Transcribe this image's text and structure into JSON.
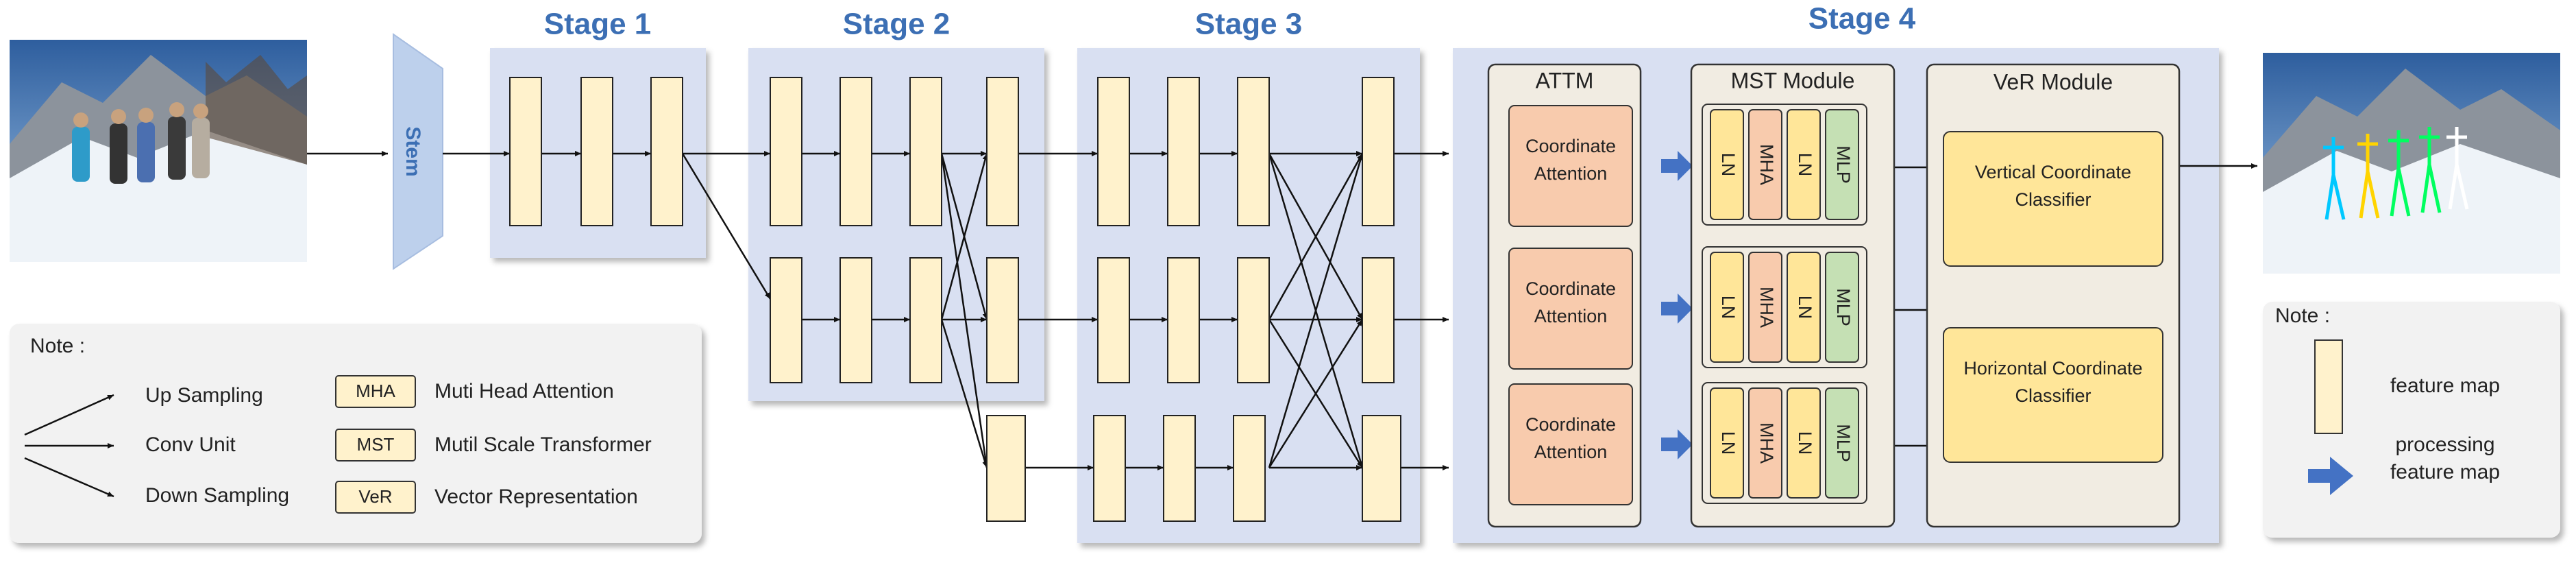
{
  "stem_label": "Stem",
  "stages": [
    "Stage 1",
    "Stage 2",
    "Stage 3",
    "Stage 4"
  ],
  "attm": {
    "title": "ATTM",
    "block_label": "Coordinate\nAttention"
  },
  "mst": {
    "title": "MST Module",
    "cells": [
      "LN",
      "MHA",
      "LN",
      "MLP"
    ]
  },
  "ver": {
    "title": "VeR Module",
    "vertical": "Vertical Coordinate\nClassifier",
    "horizontal": "Horizontal Coordinate\nClassifier"
  },
  "note_left": {
    "title": "Note :",
    "arrows": [
      "Up Sampling",
      "Conv Unit",
      "Down Sampling"
    ],
    "abbrs": [
      {
        "abbr": "MHA",
        "desc": "Muti Head Attention"
      },
      {
        "abbr": "MST",
        "desc": "Mutil Scale Transformer"
      },
      {
        "abbr": "VeR",
        "desc": "Vector  Representation"
      }
    ]
  },
  "note_right": {
    "title": "Note :",
    "feature_map": "feature map",
    "processing": "processing\nfeature map"
  },
  "colors": {
    "stage_bg": "#D9E0F2",
    "feature_map": "#FFF2CC",
    "attention": "#F8CBAD",
    "classifier": "#FFE699",
    "mlp": "#C5E0B4",
    "module_bg": "#F1ECE2",
    "accent": "#4472C4",
    "note_bg": "#F2F2F2"
  }
}
